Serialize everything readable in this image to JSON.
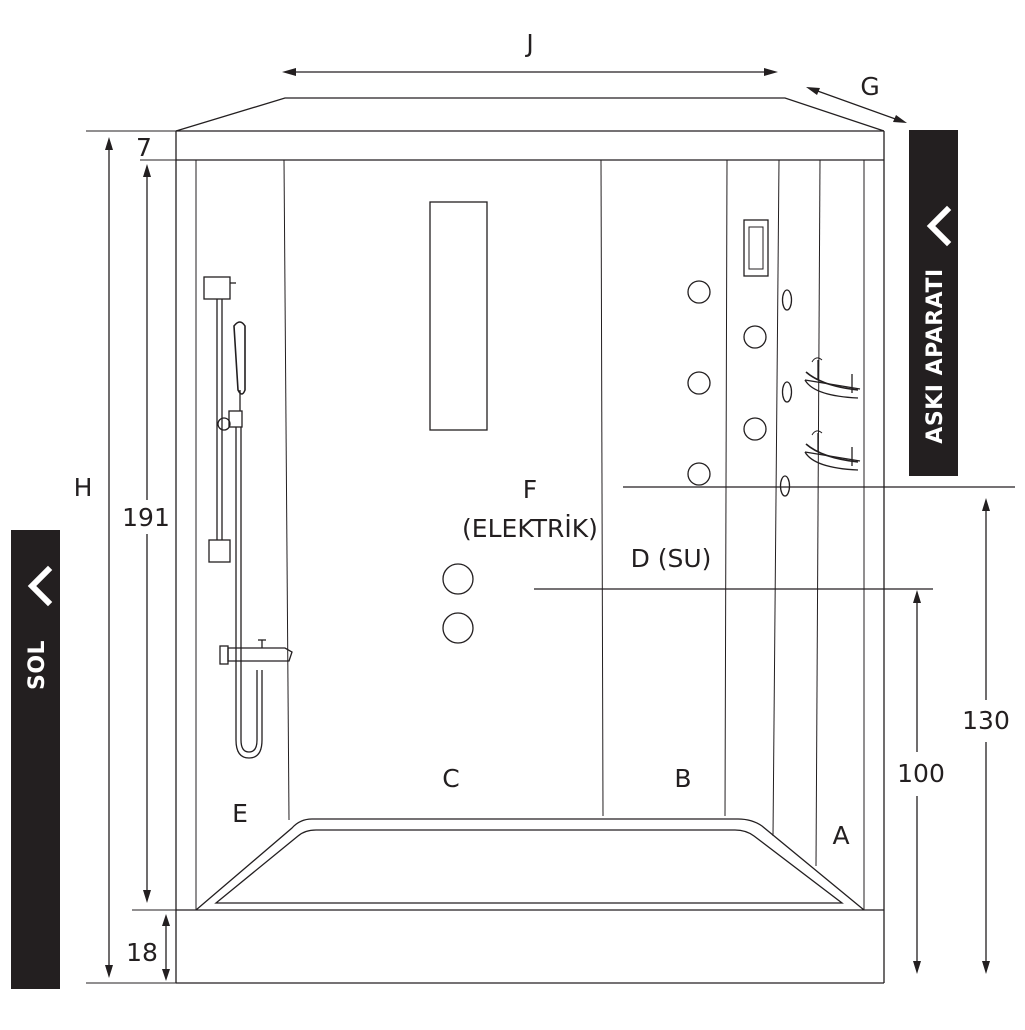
{
  "labels": {
    "j": "J",
    "g": "G",
    "seven": "7",
    "h": "H",
    "one_nine_one": "191",
    "eighteen": "18",
    "f": "F",
    "elektrik": "(ELEKTRİK)",
    "d_su": "D (SU)",
    "one_thirty": "130",
    "one_hundred": "100",
    "c": "C",
    "b": "B",
    "e": "E",
    "a": "A"
  },
  "side_tabs": {
    "right": "ASKI APARATI",
    "left": "SOL"
  },
  "colors": {
    "line": "#231f20",
    "tab_bg": "#231f20",
    "tab_text": "#ffffff"
  }
}
